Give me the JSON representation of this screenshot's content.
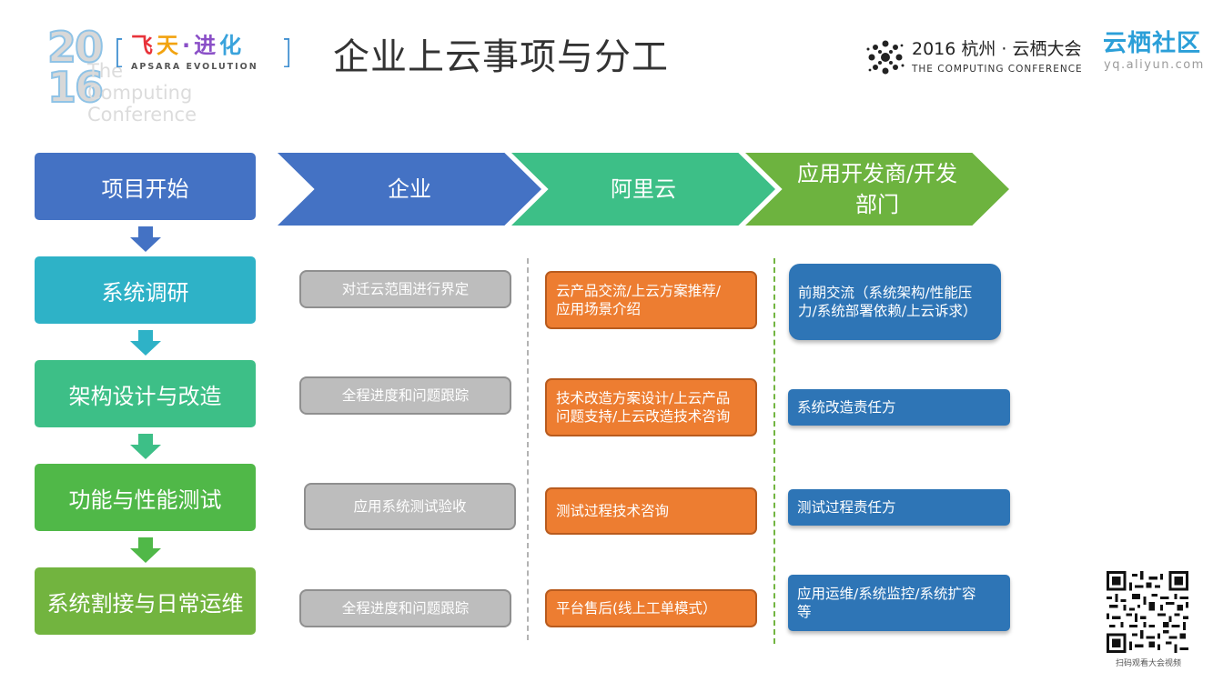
{
  "header": {
    "logo_year": [
      "20",
      "16"
    ],
    "logo_faded": [
      "The",
      "Computing",
      "Conference"
    ],
    "feitian_chars": [
      "飞",
      "天",
      "·进",
      "化"
    ],
    "apsara": "APSARA EVOLUTION",
    "title": "企业上云事项与分工",
    "conference_line1": "2016 杭州 · 云栖大会",
    "conference_line2": "THE COMPUTING CONFERENCE",
    "yq_name": "云栖社区",
    "yq_url": "yq.aliyun.com"
  },
  "steps": [
    {
      "label": "项目开始",
      "color": "#4472c4"
    },
    {
      "label": "系统调研",
      "color": "#2eb2c7"
    },
    {
      "label": "架构设计与改造",
      "color": "#3dbf87"
    },
    {
      "label": "功能与性能测试",
      "color": "#50b848"
    },
    {
      "label": "系统割接与日常运维",
      "color": "#72b43f"
    }
  ],
  "columns": [
    {
      "label_lines": [
        "企业"
      ],
      "color": "#4472c4"
    },
    {
      "label_lines": [
        "阿里云"
      ],
      "color": "#3dbf87"
    },
    {
      "label_lines": [
        "应用开发商/开发",
        "部门"
      ],
      "color": "#6db33f"
    }
  ],
  "enterprise": [
    "对迁云范围进行界定",
    "全程进度和问题跟踪",
    "应用系统测试验收",
    "全程进度和问题跟踪"
  ],
  "aliyun": [
    [
      "云产品交流/上云方案推荐/",
      "应用场景介绍"
    ],
    [
      "技术改造方案设计/上云产品",
      "问题支持/上云改造技术咨询"
    ],
    [
      "测试过程技术咨询"
    ],
    [
      "平台售后(线上工单模式）"
    ]
  ],
  "developer": [
    [
      "前期交流（系统架构/性能压",
      "力/系统部署依赖/上云诉求）"
    ],
    [
      "系统改造责任方"
    ],
    [
      "测试过程责任方"
    ],
    [
      "应用运维/系统监控/系统扩容",
      "等"
    ]
  ],
  "colors": {
    "gray": "#bdbdbd",
    "orange": "#ed7d31",
    "blue": "#2e75b6"
  },
  "qr_caption": "扫码观看大会视频"
}
